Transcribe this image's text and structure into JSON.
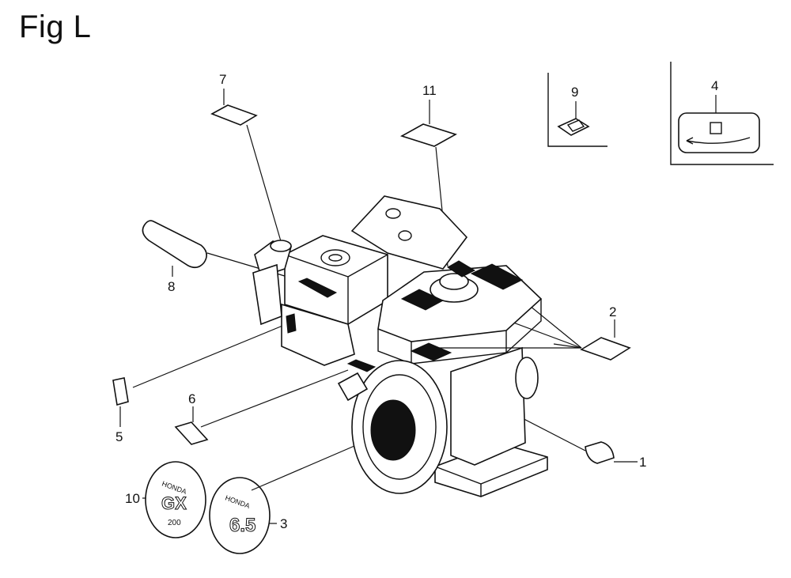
{
  "figure": {
    "title": "Fig L"
  },
  "callouts": [
    {
      "id": "1",
      "label": "1"
    },
    {
      "id": "2",
      "label": "2"
    },
    {
      "id": "3",
      "label": "3"
    },
    {
      "id": "4",
      "label": "4"
    },
    {
      "id": "5",
      "label": "5"
    },
    {
      "id": "6",
      "label": "6"
    },
    {
      "id": "7",
      "label": "7"
    },
    {
      "id": "8",
      "label": "8"
    },
    {
      "id": "9",
      "label": "9"
    },
    {
      "id": "10",
      "label": "10"
    },
    {
      "id": "11",
      "label": "11"
    }
  ],
  "colors": {
    "ink": "#111111",
    "background": "#ffffff"
  }
}
